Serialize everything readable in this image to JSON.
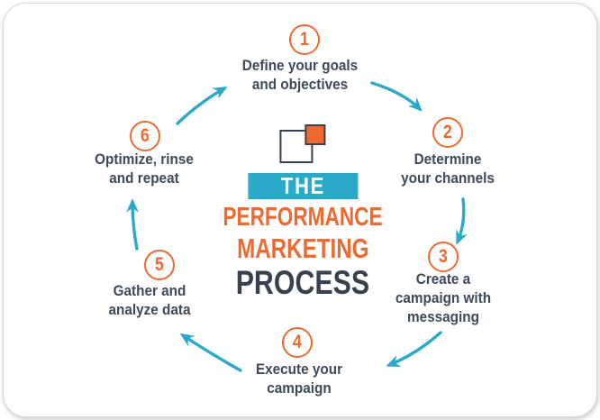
{
  "palette": {
    "orange": "#ED6A31",
    "teal": "#2BA9C9",
    "navy": "#3E4A5A",
    "navy-dark": "#38424E",
    "card-bg": "#FFFFFF",
    "card-border": "#D9D9D9"
  },
  "logo": {
    "icon": "overlapping-squares",
    "banner_word": "THE",
    "word1": "PERFORMANCE",
    "word2": "MARKETING",
    "word3": "PROCESS"
  },
  "steps": [
    {
      "number": "1",
      "label": "Define your goals\nand objectives"
    },
    {
      "number": "2",
      "label": "Determine\nyour channels"
    },
    {
      "number": "3",
      "label": "Create a\ncampaign with\nmessaging"
    },
    {
      "number": "4",
      "label": "Execute your\ncampaign"
    },
    {
      "number": "5",
      "label": "Gather and\nanalyze data"
    },
    {
      "number": "6",
      "label": "Optimize, rinse\nand repeat"
    }
  ]
}
